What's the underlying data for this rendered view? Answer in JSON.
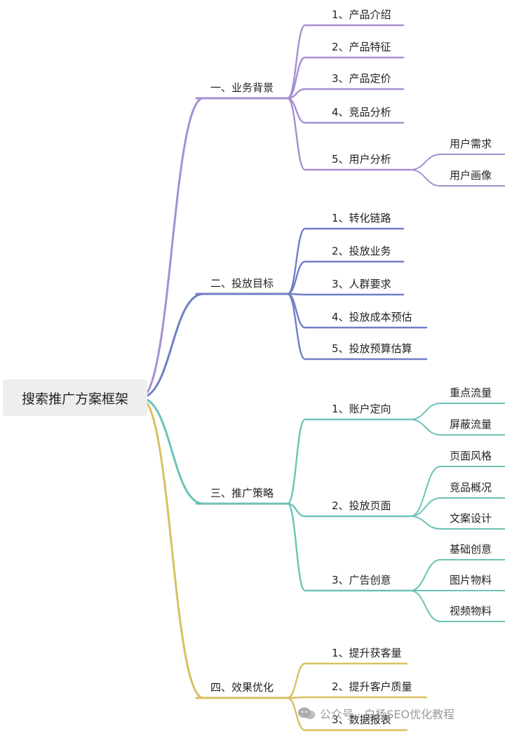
{
  "root": {
    "label": "搜索推广方案框架"
  },
  "branches": [
    {
      "label": "一、业务背景",
      "color": "#a58fd1",
      "items": [
        {
          "label": "1、产品介绍"
        },
        {
          "label": "2、产品特征"
        },
        {
          "label": "3、产品定价"
        },
        {
          "label": "4、竞品分析"
        },
        {
          "label": "5、用户分析",
          "children": [
            "用户需求",
            "用户画像"
          ]
        }
      ]
    },
    {
      "label": "二、投放目标",
      "color": "#6f7fc6",
      "items": [
        {
          "label": "1、转化链路"
        },
        {
          "label": "2、投放业务"
        },
        {
          "label": "3、人群要求"
        },
        {
          "label": "4、投放成本预估"
        },
        {
          "label": "5、投放预算估算"
        }
      ]
    },
    {
      "label": "三、推广策略",
      "color": "#6cc3b6",
      "items": [
        {
          "label": "1、账户定向",
          "children": [
            "重点流量",
            "屏蔽流量"
          ]
        },
        {
          "label": "2、投放页面",
          "children": [
            "页面风格",
            "竞品概况",
            "文案设计"
          ]
        },
        {
          "label": "3、广告创意",
          "children": [
            "基础创意",
            "图片物料",
            "视频物料"
          ]
        }
      ]
    },
    {
      "label": "四、效果优化",
      "color": "#d7c061",
      "items": [
        {
          "label": "1、提升获客量"
        },
        {
          "label": "2、提升客户质量"
        },
        {
          "label": "3、数据报表"
        }
      ]
    }
  ],
  "watermark": {
    "icon": "wechat-icon",
    "text": "公众号 · 白杨SEO优化教程"
  }
}
